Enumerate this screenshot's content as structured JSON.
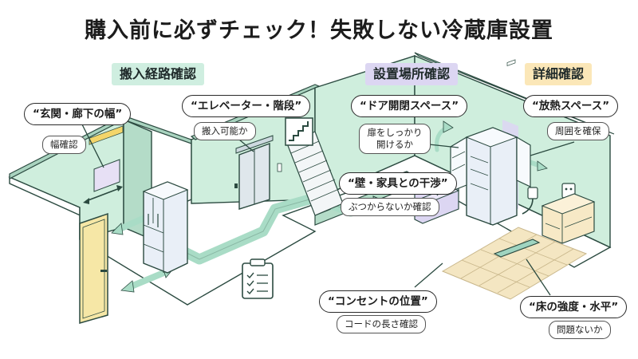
{
  "title": "購入前に必ずチェック！失敗しない冷蔵庫設置",
  "sections": {
    "route": "搬入経路確認",
    "placement": "設置場所確認",
    "detail": "詳細確認"
  },
  "callouts": {
    "entrance": {
      "label": "“玄関・廊下の幅”",
      "note": "幅確認"
    },
    "elevator": {
      "label": "“エレベーター・階段”",
      "note": "搬入可能か"
    },
    "door": {
      "label": "“ドア開閉スペース”",
      "note_line1": "扉をしっかり",
      "note_line2": "開けるか"
    },
    "heat": {
      "label": "“放熱スペース”",
      "note": "周囲を確保"
    },
    "wall": {
      "label": "“壁・家具との干渉”",
      "note": "ぶつからないか確認"
    },
    "outlet": {
      "label": "“コンセントの位置”",
      "note": "コードの長さ確認"
    },
    "floor": {
      "label": "“床の強度・水平”",
      "note": "問題ないか"
    }
  },
  "icons": [
    "fridge-icon",
    "door-icon",
    "elevator-icon",
    "stairs-icon",
    "clipboard-checklist-icon",
    "tape-measure-icon",
    "level-tool-icon",
    "outlet-icon",
    "sofa-icon",
    "tv-stand-icon",
    "double-arrow-icon",
    "route-arrow-icon"
  ],
  "colors": {
    "wall": "#cfeedd",
    "wall_dark": "#b4dcc8",
    "floor": "#ffffff",
    "route_arrow": "#a9dcc6",
    "placement_zone": "#dcd6f2",
    "floor_tiles": "#f4e6c2",
    "door": "#f6e7a6",
    "title": "#1c1c1c"
  }
}
